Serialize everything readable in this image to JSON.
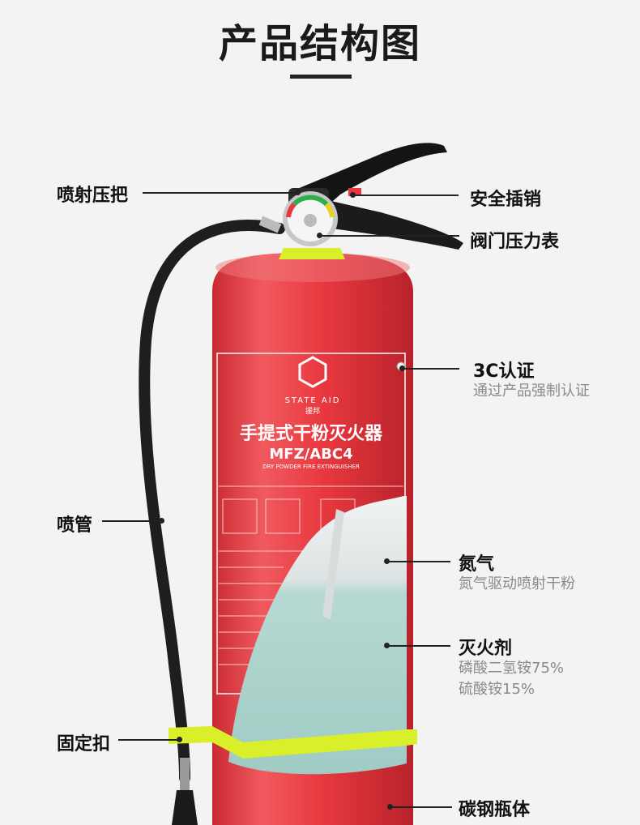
{
  "title": "产品结构图",
  "callouts": {
    "nozzle_handle": "喷射压把",
    "safety_pin": "安全插销",
    "pressure_gauge": "阀门压力表",
    "cert": "3C认证",
    "cert_sub": "通过产品强制认证",
    "hose": "喷管",
    "nitrogen": "氮气",
    "nitrogen_sub": "氮气驱动喷射干粉",
    "agent": "灭火剂",
    "agent_sub1": "磷酸二氢铵75%",
    "agent_sub2": "硫酸铵15%",
    "clip": "固定扣",
    "body": "碳钢瓶体"
  },
  "extinguisher": {
    "brand_en": "STATE AID",
    "brand_cn": "援邦",
    "name": "手提式干粉灭火器",
    "model": "MFZ/ABC4",
    "subtitle": "DRY POWDER FIRE EXTINGUISHER"
  },
  "colors": {
    "cylinder": "#e8383f",
    "label_panel": "#ef4a4f",
    "hose": "#1e1e1e",
    "clip": "#d8ef2a",
    "powder": "#b9ddd8",
    "gas": "#e8ecec"
  }
}
